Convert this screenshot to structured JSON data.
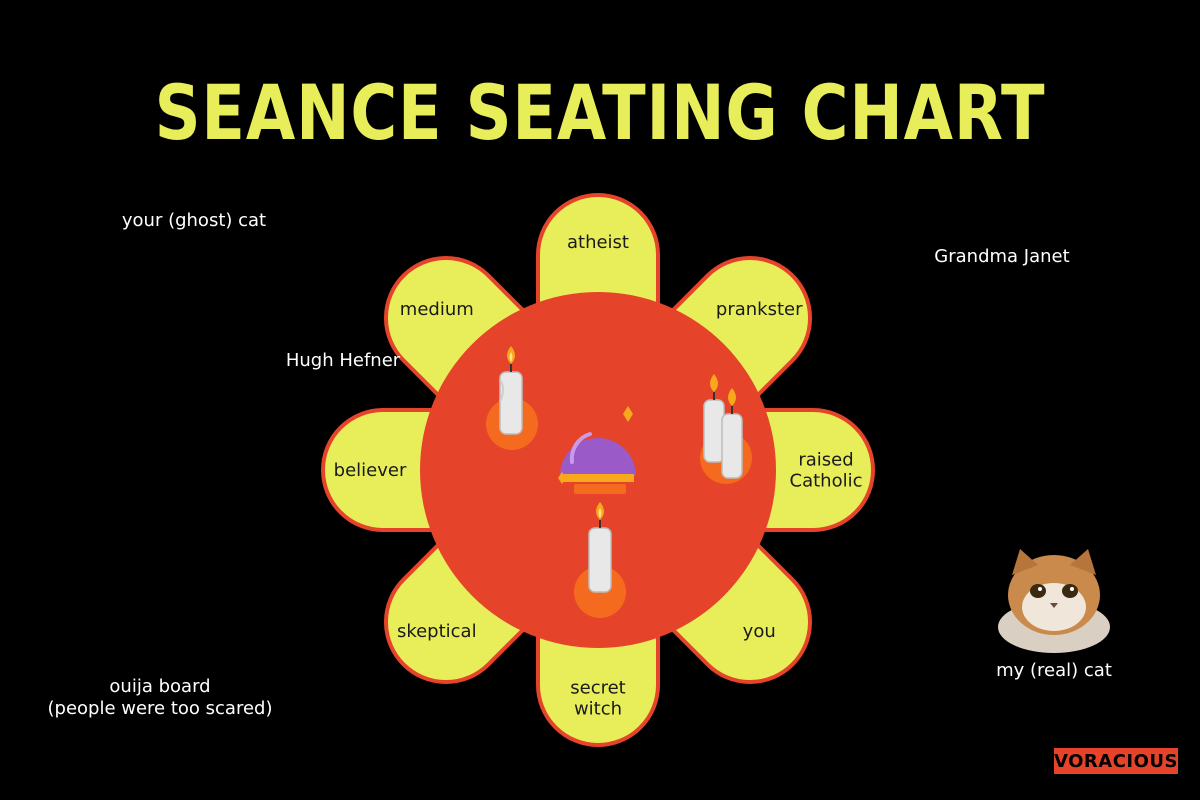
{
  "title": "SEANCE SEATING CHART",
  "colors": {
    "background": "#000000",
    "title": "#e8ee5a",
    "petal_fill": "#e8ee5a",
    "petal_stroke": "#e5432a",
    "table": "#e5432a",
    "candle_glow": "#f46a1f",
    "crystal_ball": "#9a5bc9",
    "brand_bg": "#e5432a"
  },
  "seats": [
    {
      "name": "atheist"
    },
    {
      "name": "prankster"
    },
    {
      "name": "raised Catholic"
    },
    {
      "name": "you"
    },
    {
      "name": "secret witch"
    },
    {
      "name": "skeptical"
    },
    {
      "name": "believer"
    },
    {
      "name": "medium"
    }
  ],
  "ghost_guests": {
    "ghost_cat": "your (ghost) cat",
    "grandma": "Grandma Janet",
    "hefner": "Hugh Hefner",
    "ouija_line1": "ouija board",
    "ouija_line2": "(people were too scared)",
    "real_cat": "my (real) cat"
  },
  "centerpieces": [
    "candle",
    "double-candle",
    "crystal-ball",
    "candle"
  ],
  "brand": "VORACIOUS"
}
